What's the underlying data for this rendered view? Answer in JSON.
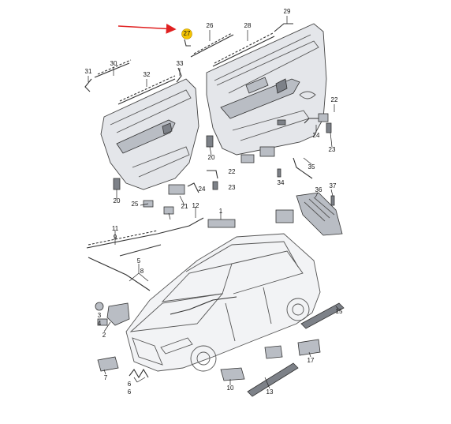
{
  "colors": {
    "highlight": "#f5c400",
    "arrow": "#e02020"
  },
  "callouts": {
    "c1": "1",
    "c2": "2",
    "c3": "3",
    "c4": "4",
    "c5": "5",
    "c6": "6",
    "c6b": "6",
    "c7": "7",
    "c8": "8",
    "c9": "9",
    "c10": "10",
    "c11": "11",
    "c12": "12",
    "c13": "13",
    "c15": "15",
    "c17": "17",
    "c20a": "20",
    "c20b": "20",
    "c21": "21",
    "c22a": "22",
    "c22b": "22",
    "c23a": "23",
    "c23b": "23",
    "c24a": "24",
    "c24b": "24",
    "c25": "25",
    "c26": "26",
    "c27": "27",
    "c28": "28",
    "c29": "29",
    "c30": "30",
    "c31": "31",
    "c32": "32",
    "c33": "33",
    "c34": "34",
    "c35": "35",
    "c36": "36",
    "c37": "37"
  }
}
